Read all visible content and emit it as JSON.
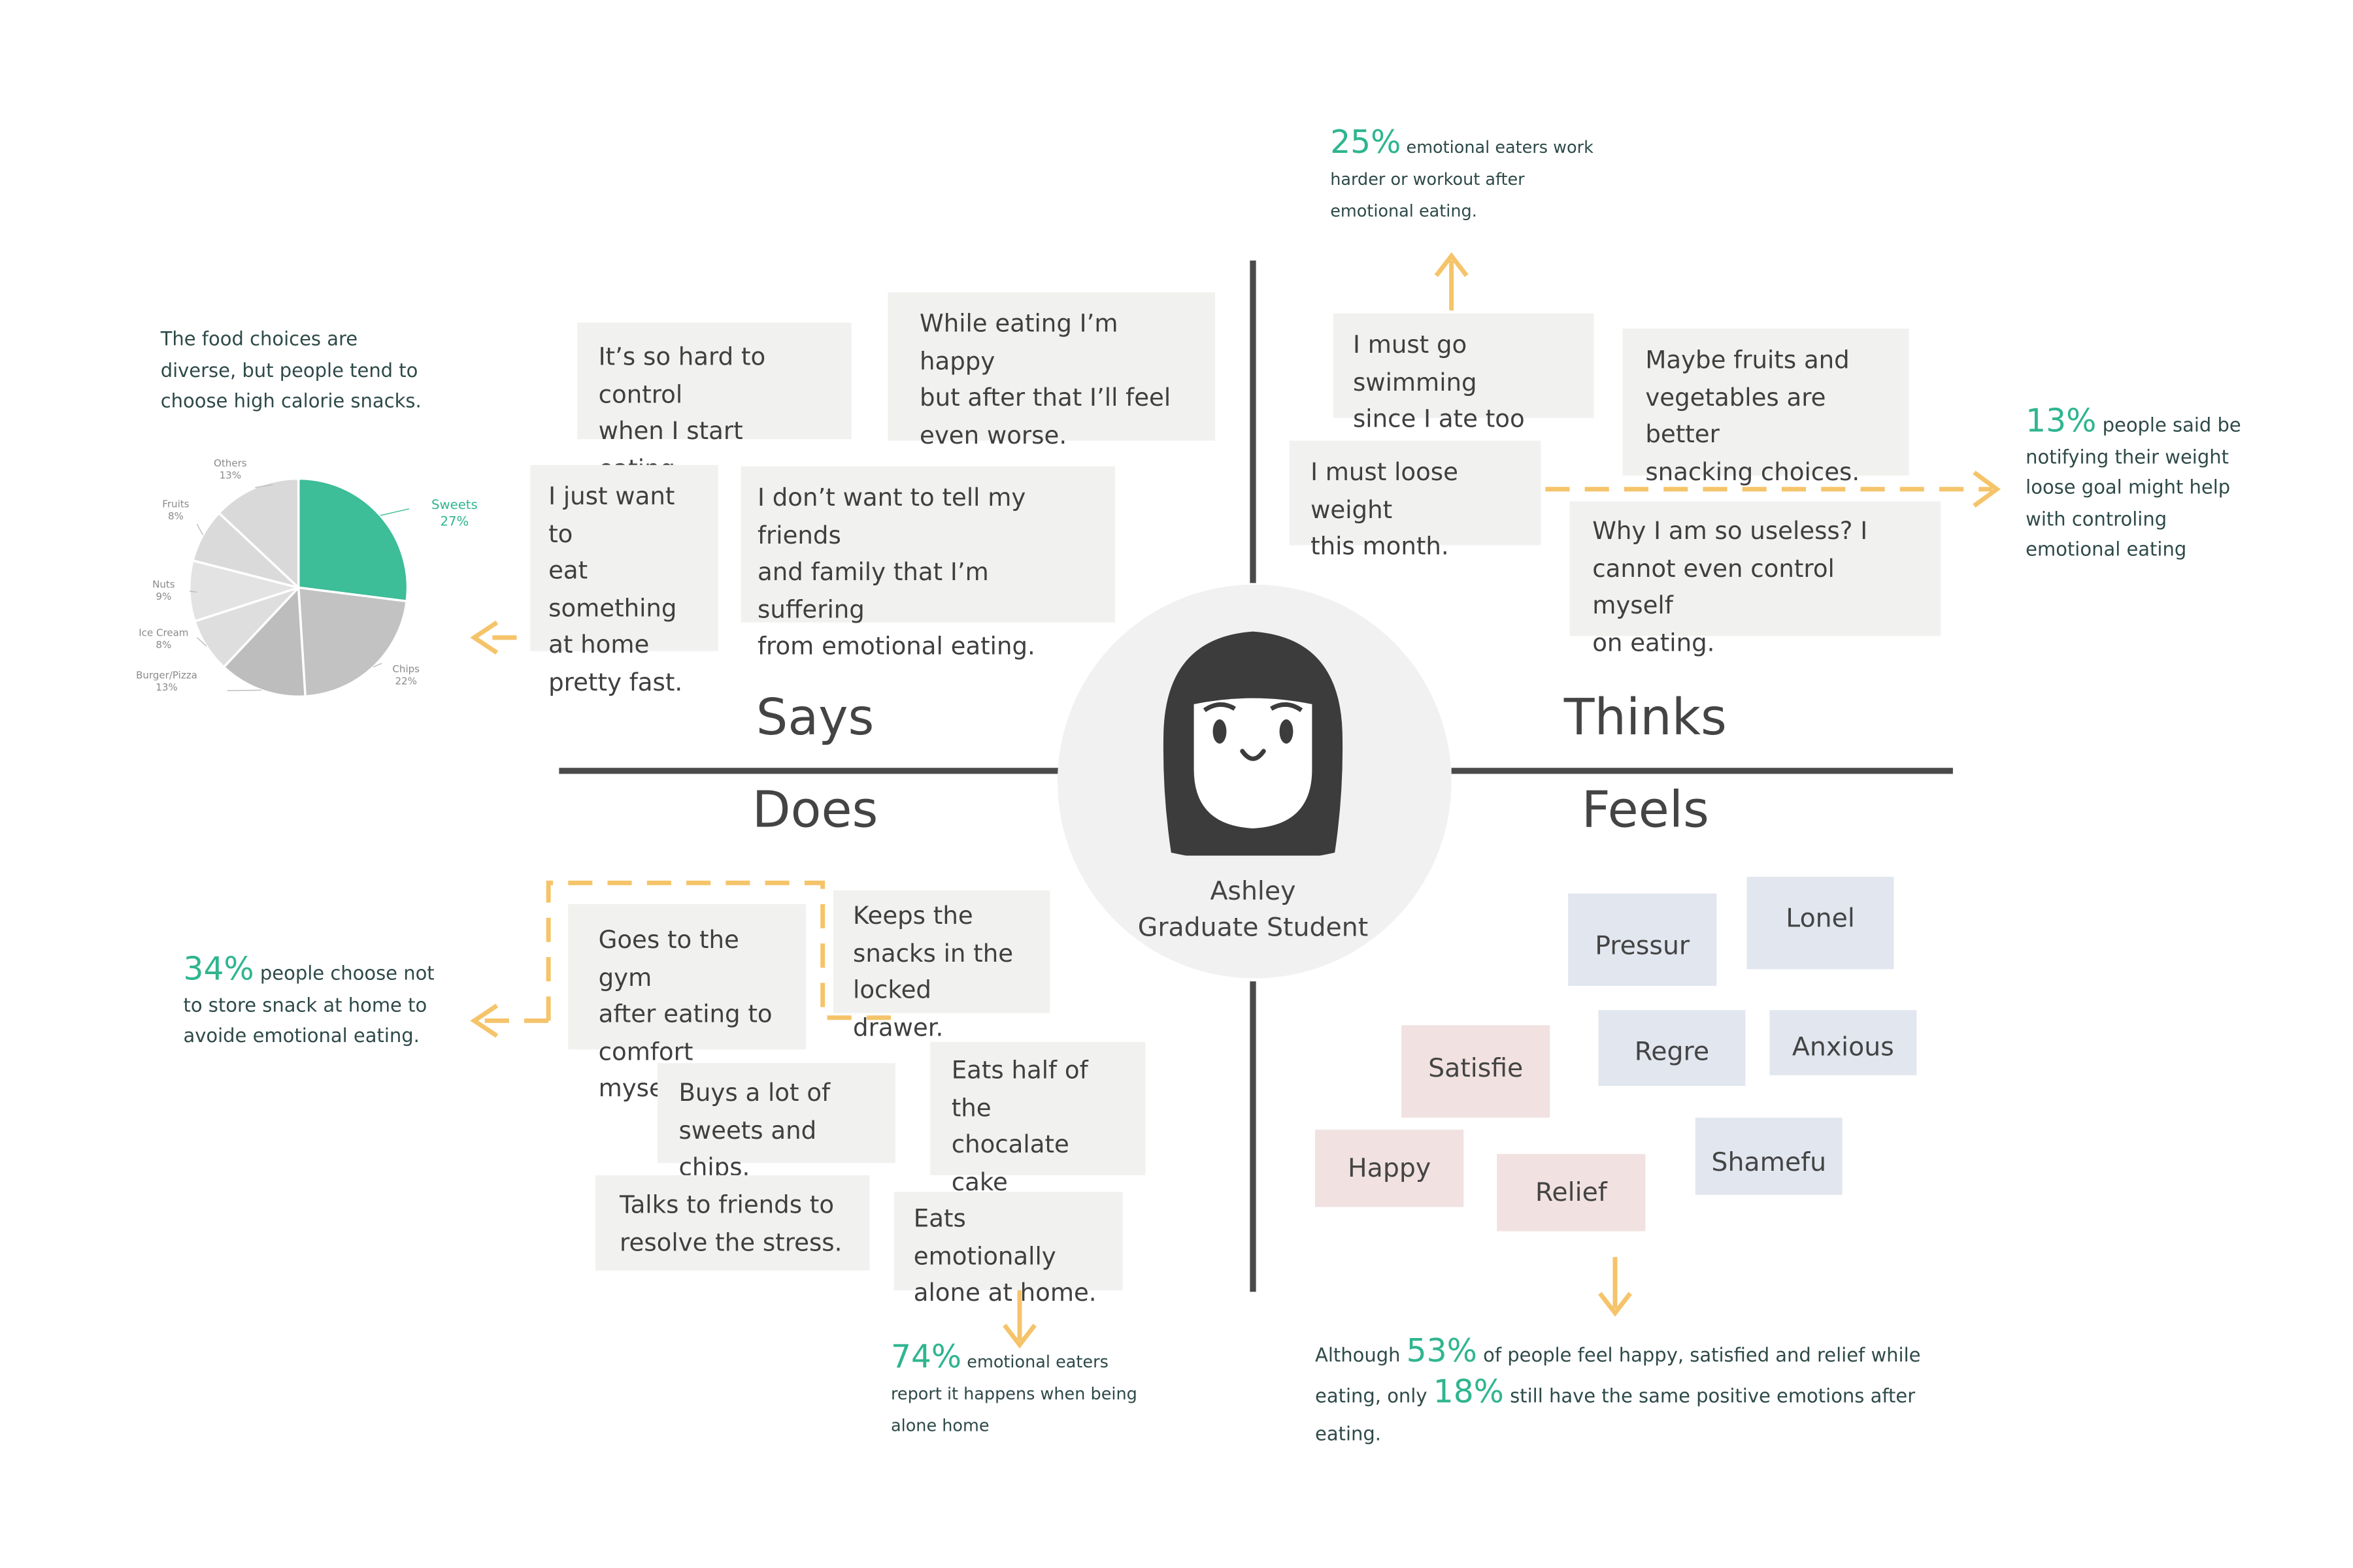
{
  "quadrants": {
    "says": "Says",
    "thinks": "Thinks",
    "does": "Does",
    "feels": "Feels"
  },
  "persona": {
    "name": "Ashley",
    "role": "Graduate Student"
  },
  "says_notes": [
    "It’s so hard to control\nwhen I start eating.",
    "While eating I’m happy\nbut after that I’ll feel\neven worse.",
    "I just want to\neat something\nat home\npretty fast.",
    "I don’t want to tell my friends\nand family that I’m suffering\nfrom emotional eating."
  ],
  "says_insight": "The food choices are diverse, but people tend to choose high calorie snacks.",
  "thinks_notes": [
    "I must go swimming\nsince I ate too much.",
    "Maybe fruits and\nvegetables are better\nsnacking choices.",
    "I must loose weight\nthis month.",
    "Why I am so useless? I\ncannot even control myself\non eating."
  ],
  "does_notes": [
    "Goes to the gym\nafter eating to\ncomfort myself.",
    "Keeps the\nsnacks in the\nlocked drawer.",
    "Buys a lot of\nsweets and chips.",
    "Eats half of the\nchocalate cake\nunexpectedly.",
    "Talks to friends to\nresolve the stress.",
    "Eats emotionally\nalone at home."
  ],
  "feels": [
    "Pressur",
    "Lonel",
    "Satisfie",
    "Regre",
    "Anxious",
    "Happy",
    "Relief",
    "Shamefu"
  ],
  "stats": {
    "workout": {
      "pct": "25%",
      "text": " emotional eaters work harder or workout after emotional eating."
    },
    "notify": {
      "pct": "13%",
      "text": " people said be notifying their weight loose goal might help with controling emotional eating"
    },
    "store": {
      "pct": "34%",
      "text": " people choose not to store snack at home to avoide emotional eating."
    },
    "alone": {
      "pct": "74%",
      "text": " emotional eaters report it happens when being alone home"
    },
    "feel_prefix": "Although ",
    "feel_pct1": "53%",
    "feel_mid": " of people feel happy, satisfied and relief while eating, only ",
    "feel_pct2": "18%",
    "feel_suffix": " still have the same positive emotions after eating."
  },
  "chart_data": {
    "type": "pie",
    "slices": [
      {
        "label": "Sweets",
        "value": 27
      },
      {
        "label": "Chips",
        "value": 22
      },
      {
        "label": "Burger/Pizza",
        "value": 13
      },
      {
        "label": "Ice Cream",
        "value": 8
      },
      {
        "label": "Nuts",
        "value": 9
      },
      {
        "label": "Fruits",
        "value": 8
      },
      {
        "label": "Others",
        "value": 13
      }
    ],
    "colors": {
      "Sweets": "#3dbd98",
      "Chips": "#c2c2c2",
      "Burger/Pizza": "#bdbdbd",
      "Ice Cream": "#dedede",
      "Nuts": "#e3e3e3",
      "Fruits": "#dadada",
      "Others": "#d9d9d9"
    }
  },
  "colors": {
    "accent": "#2fb58f",
    "arrow": "#f5c46a",
    "axis": "#4a4a4a",
    "note_bg": "#f1f2ef"
  }
}
